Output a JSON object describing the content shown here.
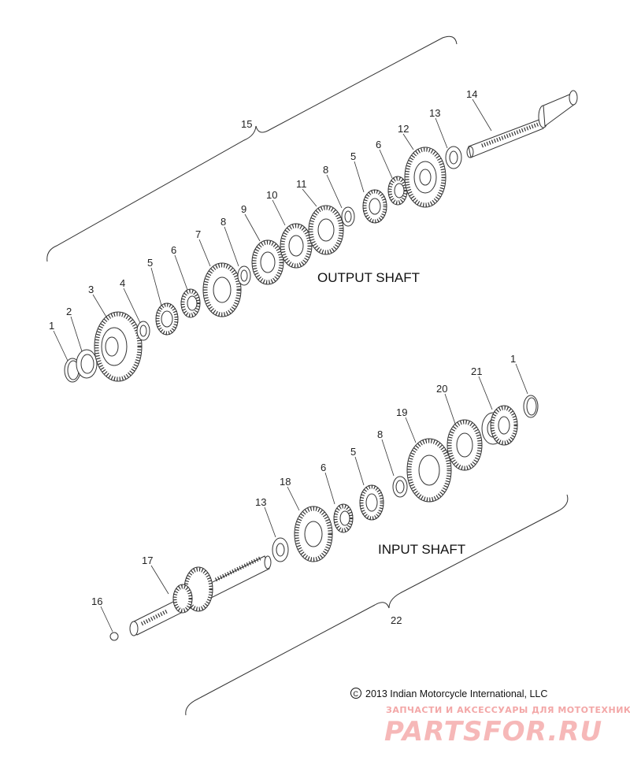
{
  "labels": {
    "output_shaft": "OUTPUT SHAFT",
    "input_shaft": "INPUT SHAFT",
    "copyright": "2013 Indian Motorcycle International, LLC",
    "watermark_small": "ЗАПЧАСТИ И АКСЕССУАРЫ ДЛЯ МОТОТЕХНИКИ",
    "watermark_big": "PARTSFOR.RU"
  },
  "output_callouts": [
    {
      "num": "1"
    },
    {
      "num": "2"
    },
    {
      "num": "3"
    },
    {
      "num": "4"
    },
    {
      "num": "5"
    },
    {
      "num": "6"
    },
    {
      "num": "7"
    },
    {
      "num": "8"
    },
    {
      "num": "9"
    },
    {
      "num": "10"
    },
    {
      "num": "11"
    },
    {
      "num": "8"
    },
    {
      "num": "5"
    },
    {
      "num": "6"
    },
    {
      "num": "12"
    },
    {
      "num": "13"
    },
    {
      "num": "14"
    },
    {
      "num": "15"
    }
  ],
  "input_callouts": [
    {
      "num": "1"
    },
    {
      "num": "21"
    },
    {
      "num": "20"
    },
    {
      "num": "19"
    },
    {
      "num": "8"
    },
    {
      "num": "5"
    },
    {
      "num": "6"
    },
    {
      "num": "18"
    },
    {
      "num": "13"
    },
    {
      "num": "17"
    },
    {
      "num": "16"
    },
    {
      "num": "22"
    }
  ]
}
